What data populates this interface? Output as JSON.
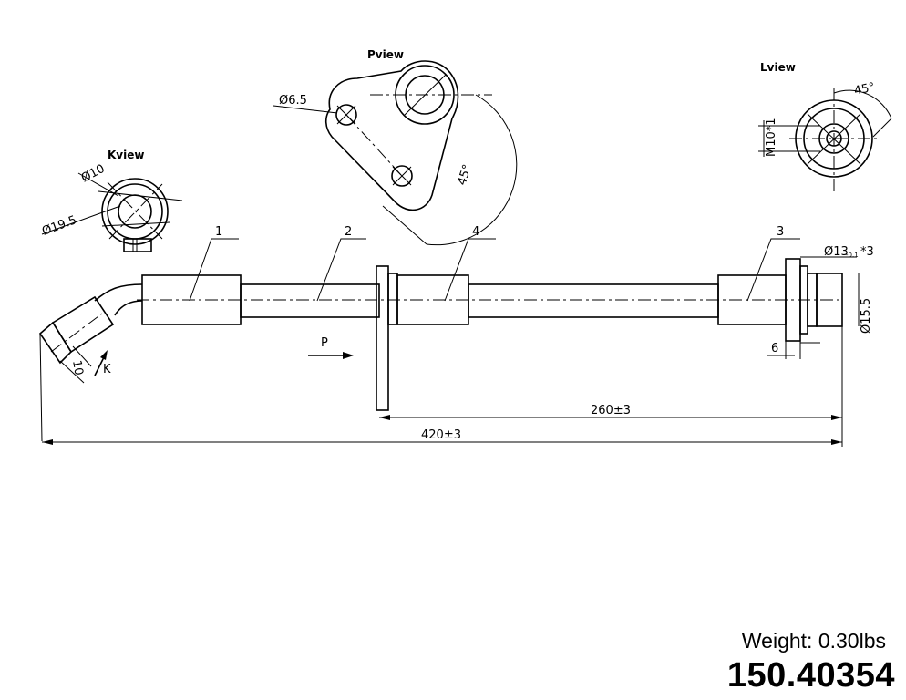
{
  "views": {
    "k_view": "Kview",
    "p_view": "Pview",
    "l_view": "Lview"
  },
  "callouts": [
    "1",
    "2",
    "4",
    "3"
  ],
  "dimensions": {
    "k_bore": "Ø10",
    "k_outer": "Ø19.5",
    "p_hole": "Ø6.5",
    "p_angle": "45°",
    "l_angle": "45°",
    "l_thread": "M10*1",
    "fitting_thickness": "Ø13",
    "fitting_thickness_suffix": "*3",
    "fitting_diameter": "Ø15.5",
    "fitting_length": "6",
    "hex_size": "10",
    "len_bracket": "260±3",
    "len_total": "420±3"
  },
  "arrows": {
    "p": "P",
    "k": "K"
  },
  "weight": "Weight: 0.30lbs",
  "part_number": "150.40354"
}
